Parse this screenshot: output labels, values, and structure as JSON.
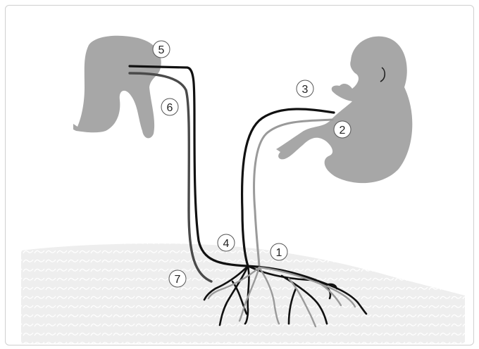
{
  "diagram": {
    "colors": {
      "organ": "#a7a7a7",
      "maternal_vessel": "#111111",
      "fetal_vessel": "#9a9a9a",
      "placental_vessel": "#4a4a4a",
      "tissue": "#eeeeee",
      "tissue_pattern": "#ffffff",
      "label_stroke": "#555555"
    },
    "labels": [
      "5",
      "6",
      "3",
      "2",
      "4",
      "1",
      "7"
    ]
  }
}
